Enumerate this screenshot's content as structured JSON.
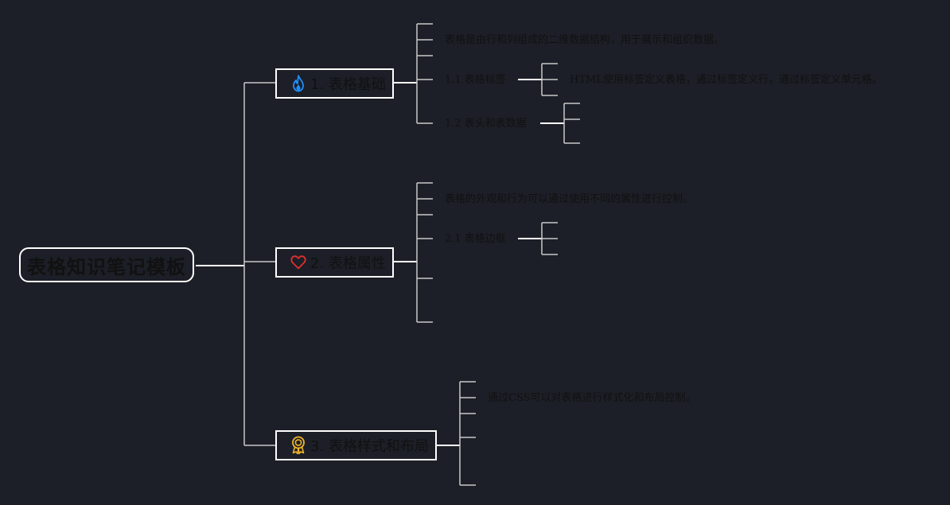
{
  "root": {
    "title": "表格知识笔记模板"
  },
  "branches": [
    {
      "label": "1. 表格基础",
      "icon": "fire-icon",
      "icon_color": "#1e90ff",
      "desc": "表格是由行和列组成的二维数据结构，用于展示和组织数据。",
      "subs": [
        {
          "label": "1.1 表格标签",
          "detail": "HTML使用标签定义表格，通过标签定义行，通过标签定义单元格。"
        },
        {
          "label": "1.2 表头和表数据"
        }
      ]
    },
    {
      "label": "2. 表格属性",
      "icon": "heart-icon",
      "icon_color": "#e03030",
      "desc": "表格的外观和行为可以通过使用不同的属性进行控制。",
      "subs": [
        {
          "label": "2.1 表格边框"
        }
      ]
    },
    {
      "label": "3. 表格样式和布局",
      "icon": "award-ribbon-icon",
      "icon_color": "#f0b429",
      "desc": "通过CSS可以对表格进行样式化和布局控制。",
      "subs": []
    }
  ],
  "colors": {
    "background": "#1c1f27",
    "node_border": "#ffffff",
    "connector": "#c8c8c8",
    "text": "#111111"
  }
}
